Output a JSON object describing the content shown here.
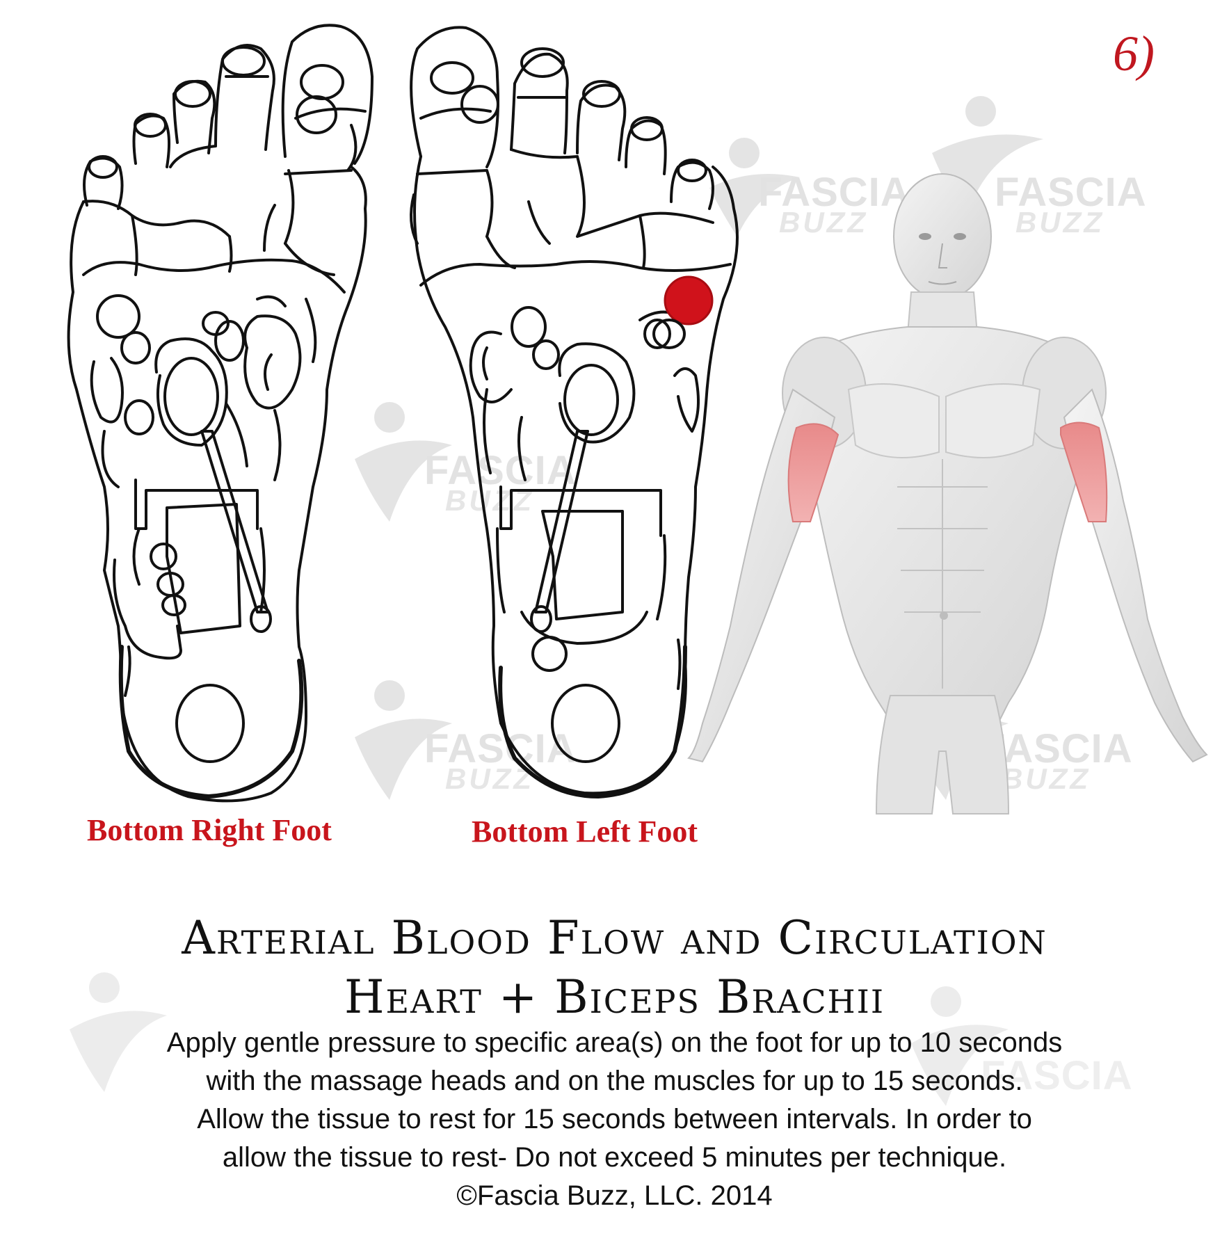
{
  "page_number": "6)",
  "watermark": {
    "line1": "FASCIA",
    "line2": "BUZZ"
  },
  "labels": {
    "right_foot": "Bottom Right Foot",
    "left_foot": "Bottom Left Foot"
  },
  "title": {
    "line1": "Arterial Blood Flow and Circulation",
    "line2": "Heart + Biceps Brachii"
  },
  "instructions": [
    "Apply gentle pressure to specific area(s) on the foot for up to 10 seconds",
    "with the massage heads and on the muscles for up to 15 seconds.",
    "Allow the tissue to rest for 15 seconds between intervals.  In order to",
    "allow the tissue to rest- Do not exceed 5 minutes per technique.",
    "©Fascia Buzz, LLC.  2014"
  ],
  "colors": {
    "highlight_red": "#d0121b",
    "muscle_highlight": "#e88a8a",
    "label_red": "#c8151c",
    "outline": "#111111"
  },
  "icons": [
    "fascia-buzz-logo-icon",
    "foot-outline-icon",
    "reflex-point-icon",
    "anatomy-figure-icon"
  ]
}
